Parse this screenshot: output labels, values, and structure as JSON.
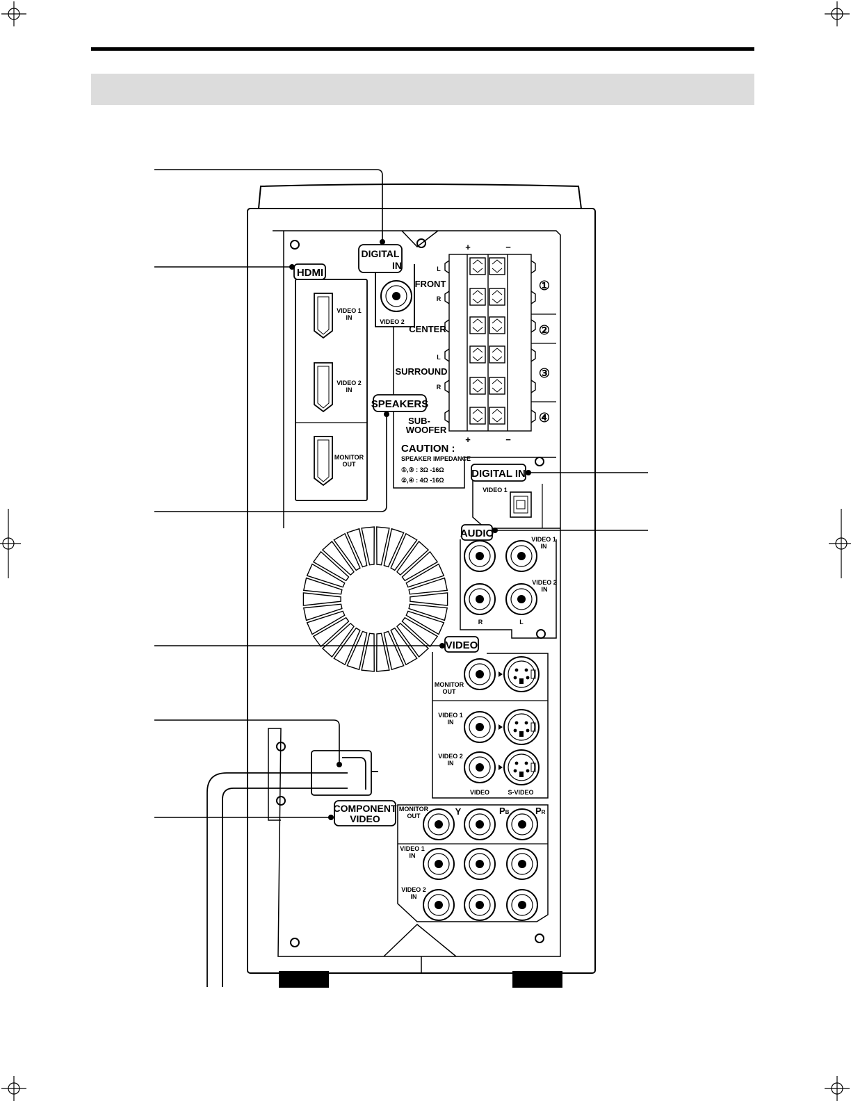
{
  "tags": {
    "digital_in_top_1": "DIGITAL",
    "digital_in_top_2": "IN",
    "hdmi": "HDMI",
    "speakers": "SPEAKERS",
    "digital_in_mid": "DIGITAL IN",
    "audio": "AUDIO",
    "video": "VIDEO",
    "component_1": "COMPONENT",
    "component_2": "VIDEO"
  },
  "hdmi_ports": {
    "p1a": "VIDEO 1",
    "p1b": "IN",
    "p2a": "VIDEO 2",
    "p2b": "IN",
    "p3a": "MONITOR",
    "p3b": "OUT"
  },
  "coax": {
    "label": "VIDEO 2"
  },
  "speaker_terminals": {
    "plus": "+",
    "minus": "−",
    "front": "FRONT",
    "front_l": "L",
    "front_r": "R",
    "center": "CENTER",
    "surround": "SURROUND",
    "surround_l": "L",
    "surround_r": "R",
    "sub_1": "SUB-",
    "sub_2": "WOOFER",
    "n1": "①",
    "n2": "②",
    "n3": "③",
    "n4": "④"
  },
  "caution": {
    "title": "CAUTION :",
    "sub": "SPEAKER IMPEDANCE",
    "line1": "①,③  :  3Ω -16Ω",
    "line2": "②,④  :  4Ω -16Ω"
  },
  "optical": {
    "label": "VIDEO 1"
  },
  "audio_jacks": {
    "v1a": "VIDEO 1",
    "v1b": "IN",
    "v2a": "VIDEO 2",
    "v2b": "IN",
    "r": "R",
    "l": "L"
  },
  "video_jacks": {
    "mon_a": "MONITOR",
    "mon_b": "OUT",
    "v1a": "VIDEO 1",
    "v1b": "IN",
    "v2a": "VIDEO 2",
    "v2b": "IN",
    "video": "VIDEO",
    "svideo": "S-VIDEO"
  },
  "component_jacks": {
    "mon_a": "MONITOR",
    "mon_b": "OUT",
    "y": "Y",
    "pb": "P",
    "pb_sub": "B",
    "pr": "P",
    "pr_sub": "R",
    "v1a": "VIDEO 1",
    "v1b": "IN",
    "v2a": "VIDEO 2",
    "v2b": "IN"
  },
  "colors": {
    "header_band": "#dcdcdc",
    "ink": "#000000"
  }
}
